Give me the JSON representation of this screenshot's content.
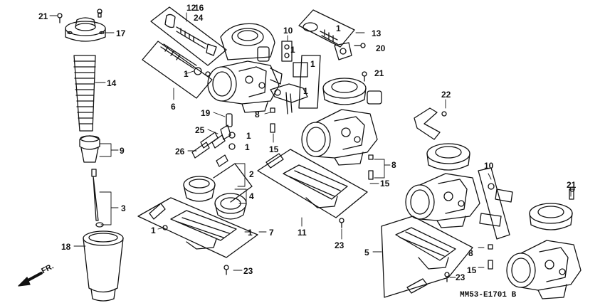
{
  "diagram": {
    "code": "MM53-E1701 B",
    "direction_label": "FR.",
    "labels": {
      "p21a": "21",
      "p17": "17",
      "p14": "14",
      "p9": "9",
      "p3": "3",
      "p18": "18",
      "p12": "12",
      "p16": "16",
      "p24": "24",
      "p6": "6",
      "p1a": "1",
      "p10a": "10",
      "p1b": "1",
      "p1c": "1",
      "p1d": "1",
      "p13": "13",
      "p1e": "1",
      "p20": "20",
      "p21b": "21",
      "p19": "19",
      "p25": "25",
      "p26": "26",
      "p8a": "8",
      "p15a": "15",
      "p1f": "1",
      "p1g": "1",
      "p2": "2",
      "p4": "4",
      "p1h": "1",
      "p1i": "1",
      "p7": "7",
      "p23a": "23",
      "p11": "11",
      "p23b": "23",
      "p22": "22",
      "p8b": "8",
      "p15b": "15",
      "p10b": "10",
      "p21c": "21",
      "p5": "5",
      "p8c": "8",
      "p15c": "15",
      "p23c": "23"
    }
  }
}
